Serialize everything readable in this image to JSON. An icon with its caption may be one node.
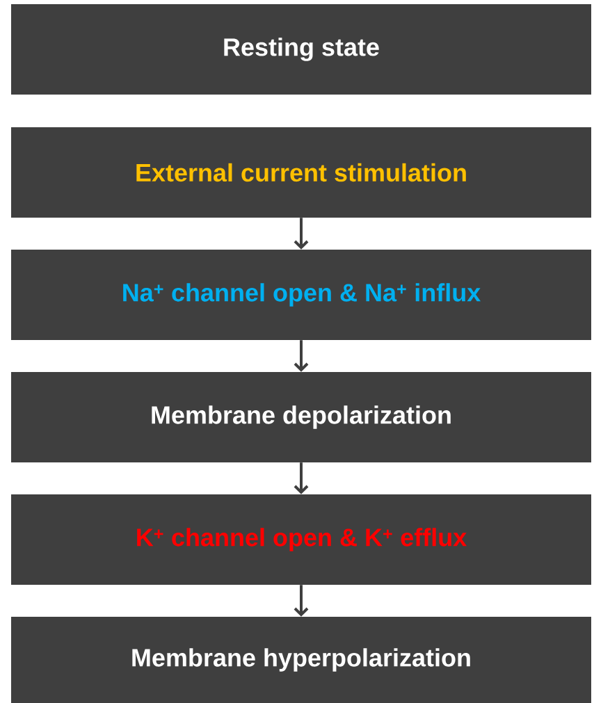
{
  "diagram": {
    "nodes": [
      {
        "text": [
          "Resting state"
        ]
      },
      {
        "text": [
          "External current stimulation"
        ]
      },
      {
        "text": [
          "Na$^{+}$ channel open & Na$^{+}$ influx"
        ]
      },
      {
        "text": [
          "Membrane depolarization"
        ]
      },
      {
        "text": [
          "K$^{+}$ channel open & K$^{+}$ efflux"
        ]
      },
      {
        "text": [
          "Membrane hyperpolarization"
        ]
      }
    ],
    "edges": [
      {
        "from": 1,
        "to": 2,
        "arrow": "to"
      },
      {
        "from": 2,
        "to": 3,
        "arrow": "to"
      },
      {
        "from": 3,
        "to": 4,
        "arrow": "to"
      },
      {
        "from": 4,
        "to": 5,
        "arrow": "to"
      }
    ]
  }
}
